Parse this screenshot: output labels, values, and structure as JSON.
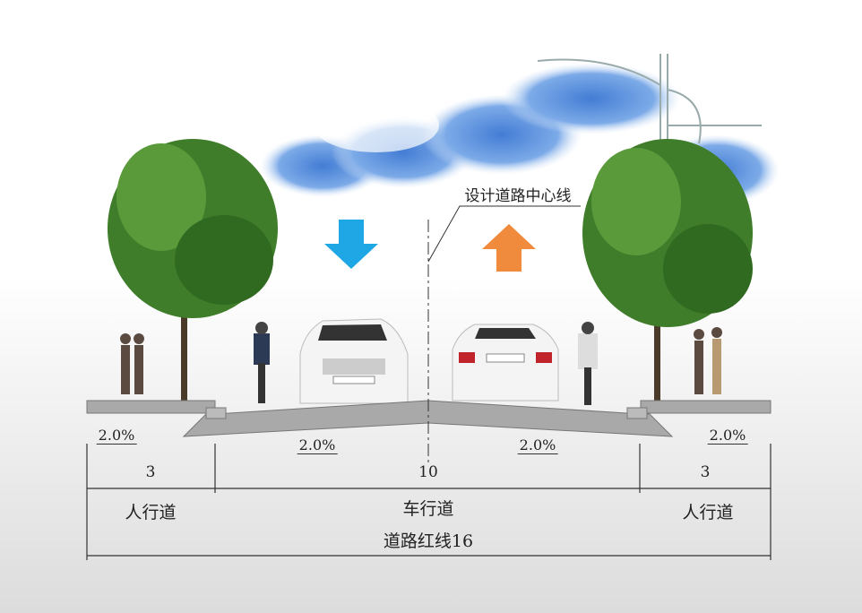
{
  "centerline_label": "设计道路中心线",
  "slopes": [
    "2.0%",
    "2.0%",
    "2.0%",
    "2.0%"
  ],
  "widths": [
    "3",
    "10",
    "3"
  ],
  "sections": [
    "人行道",
    "车行道",
    "人行道"
  ],
  "total": "道路红线16",
  "colors": {
    "down_arrow": "#1ea7e4",
    "up_arrow": "#f08a3c",
    "road": "#a9a9a9",
    "sky": "#3d7fd6",
    "tree": "#3f7d2a"
  }
}
